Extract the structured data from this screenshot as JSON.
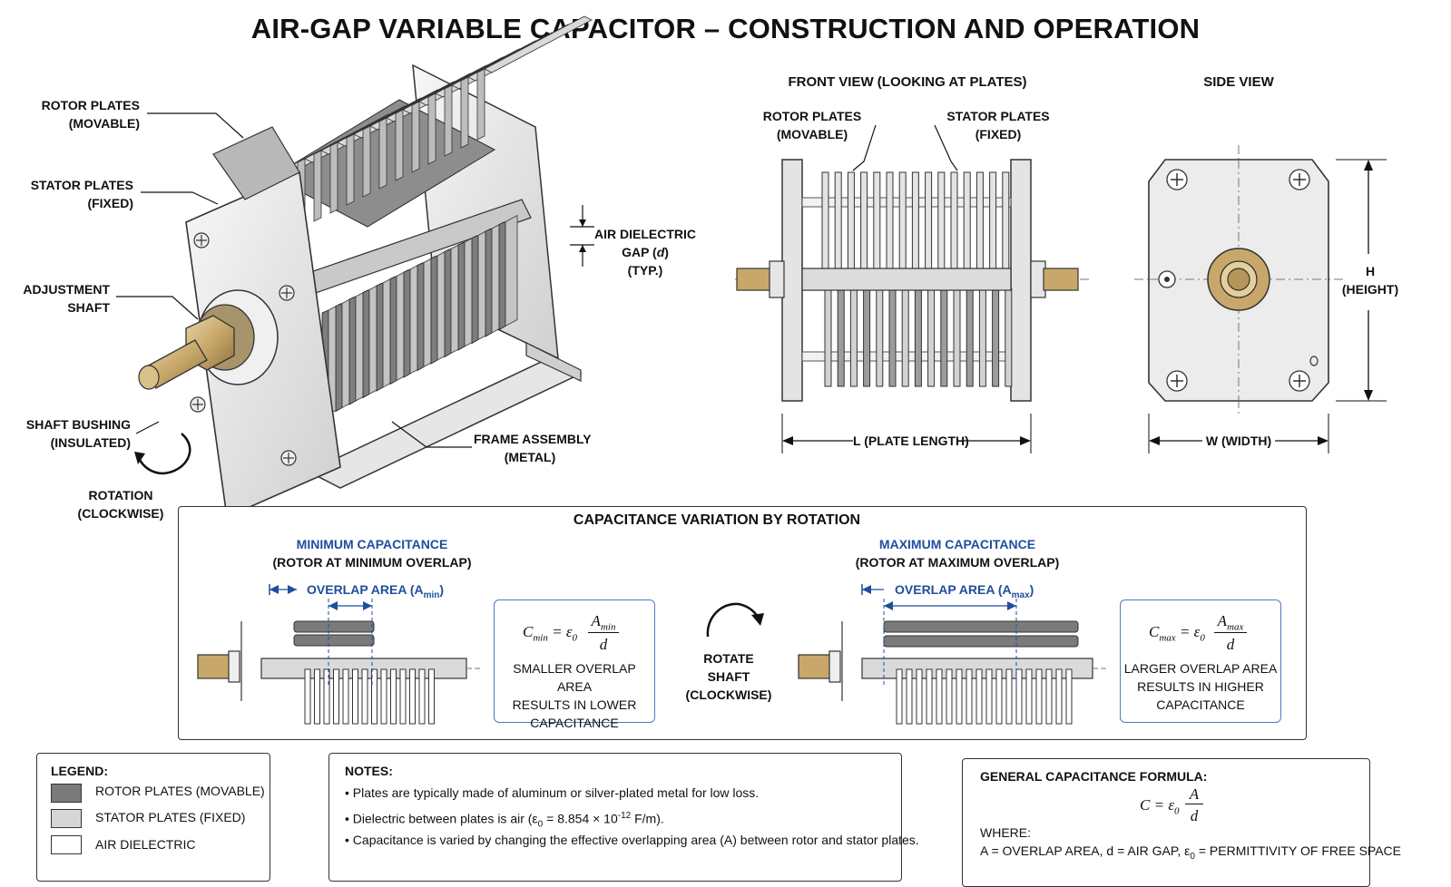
{
  "title": "AIR-GAP VARIABLE CAPACITOR – CONSTRUCTION AND OPERATION",
  "iso": {
    "rotor_line1": "ROTOR PLATES",
    "rotor_line2": "(MOVABLE)",
    "stator_line1": "STATOR PLATES",
    "stator_line2": "(FIXED)",
    "shaft_line1": "ADJUSTMENT",
    "shaft_line2": "SHAFT",
    "bushing_line1": "SHAFT BUSHING",
    "bushing_line2": "(INSULATED)",
    "rotation_line1": "ROTATION",
    "rotation_line2": "(CLOCKWISE)",
    "gap_line1": "AIR DIELECTRIC",
    "gap_line2a": "GAP (",
    "gap_var": "d",
    "gap_line2b": ")",
    "gap_line3": "(TYP.)",
    "frame_line1": "FRAME ASSEMBLY",
    "frame_line2": "(METAL)"
  },
  "front": {
    "heading": "FRONT VIEW (LOOKING AT PLATES)",
    "rotor_line1": "ROTOR PLATES",
    "rotor_line2": "(MOVABLE)",
    "stator_line1": "STATOR PLATES",
    "stator_line2": "(FIXED)",
    "length_label": "L (PLATE LENGTH)"
  },
  "side": {
    "heading": "SIDE VIEW",
    "height_line1": "H",
    "height_line2": "(HEIGHT)",
    "width_label": "W (WIDTH)"
  },
  "variation": {
    "heading": "CAPACITANCE VARIATION BY ROTATION",
    "min_title": "MINIMUM CAPACITANCE",
    "min_sub": "(ROTOR AT MINIMUM OVERLAP)",
    "min_overlap_prefix": "OVERLAP AREA (A",
    "min_overlap_sub": "min",
    "min_overlap_suffix": ")",
    "min_formula_lhs": "C",
    "min_formula_lhs_sub": "min",
    "min_formula_eq": " = ε",
    "min_formula_eps_sub": "0",
    "min_formula_num": "A",
    "min_formula_num_sub": "min",
    "min_formula_den": "d",
    "min_desc_1": "SMALLER OVERLAP AREA",
    "min_desc_2": "RESULTS IN LOWER",
    "min_desc_3": "CAPACITANCE",
    "rotate_1": "ROTATE",
    "rotate_2": "SHAFT",
    "rotate_3": "(CLOCKWISE)",
    "max_title": "MAXIMUM CAPACITANCE",
    "max_sub": "(ROTOR AT MAXIMUM OVERLAP)",
    "max_overlap_prefix": "OVERLAP AREA (A",
    "max_overlap_sub": "max",
    "max_overlap_suffix": ")",
    "max_formula_lhs": "C",
    "max_formula_lhs_sub": "max",
    "max_formula_eq": " = ε",
    "max_formula_eps_sub": "0",
    "max_formula_num": "A",
    "max_formula_num_sub": "max",
    "max_formula_den": "d",
    "max_desc_1": "LARGER OVERLAP AREA",
    "max_desc_2": "RESULTS IN HIGHER",
    "max_desc_3": "CAPACITANCE"
  },
  "legend": {
    "heading": "LEGEND:",
    "rotor": "ROTOR PLATES (MOVABLE)",
    "stator": "STATOR PLATES (FIXED)",
    "air": "AIR DIELECTRIC",
    "colors": {
      "rotor": "#7a7a7a",
      "stator": "#d6d6d6",
      "air": "#ffffff"
    }
  },
  "notes": {
    "heading": "NOTES:",
    "n1": "• Plates are typically made of aluminum or silver-plated metal for low loss.",
    "n2_a": "• Dielectric between plates is air (ε",
    "n2_sub": "0",
    "n2_b": " = 8.854 × 10",
    "n2_sup": "-12",
    "n2_c": " F/m).",
    "n3": "• Capacitance is varied by changing the effective overlapping area (A) between rotor and stator plates."
  },
  "general": {
    "heading": "GENERAL CAPACITANCE FORMULA:",
    "lhs": "C",
    "eq": " = ε",
    "eps_sub": "0",
    "num": "A",
    "den": "d",
    "where": "WHERE:",
    "def_a": "A = OVERLAP AREA, d = AIR GAP, ε",
    "def_sub": "0",
    "def_b": " = PERMITTIVITY OF FREE SPACE"
  },
  "colors": {
    "accent": "#1f4e9c",
    "box_border": "#4a7cc0",
    "brass": "#c8a86a",
    "plate_dark": "#7a7a7a",
    "plate_light": "#d6d6d6"
  }
}
